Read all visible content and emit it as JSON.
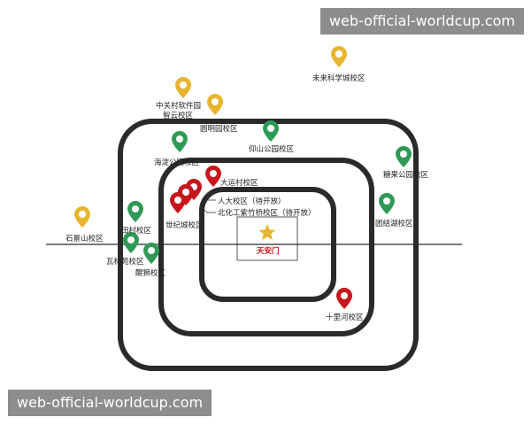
{
  "watermark_top": "web-official-worldcup.com",
  "watermark_bottom": "web-official-worldcup.com",
  "center_label": "天安门",
  "colors": {
    "ring": "#2a2a2a",
    "yellow": "#e8b530",
    "green": "#2e9a55",
    "red": "#c8161d",
    "star": "#e8b530"
  },
  "campuses": [
    {
      "id": "weilai",
      "name": "未来科学城校区",
      "color": "yellow"
    },
    {
      "id": "zhongguancun",
      "name": "中关村软件园\n智云校区",
      "color": "yellow"
    },
    {
      "id": "yuanmingyuan",
      "name": "圆明园校区",
      "color": "yellow"
    },
    {
      "id": "yangshan",
      "name": "仰山公园校区",
      "color": "green"
    },
    {
      "id": "haidian",
      "name": "海淀公园校区",
      "color": "green"
    },
    {
      "id": "tangguo",
      "name": "糖果公园校区",
      "color": "green"
    },
    {
      "id": "dayuncun",
      "name": "大运村校区",
      "color": "red"
    },
    {
      "id": "renda",
      "name": "人大校区（待开放）",
      "color": "red"
    },
    {
      "id": "beihua",
      "name": "北化工紫竹桥校区（待开放）",
      "color": "red"
    },
    {
      "id": "shiji",
      "name": "世纪城校区",
      "color": "red"
    },
    {
      "id": "tiancun",
      "name": "田村校区",
      "color": "green"
    },
    {
      "id": "shijingshan",
      "name": "石景山校区",
      "color": "yellow"
    },
    {
      "id": "walinyuan",
      "name": "瓦林苑校区",
      "color": "green"
    },
    {
      "id": "xingshi",
      "name": "醒狮校区",
      "color": "green"
    },
    {
      "id": "tuanjiehu",
      "name": "团结湖校区",
      "color": "green"
    },
    {
      "id": "shilihe",
      "name": "十里河校区",
      "color": "red"
    }
  ]
}
